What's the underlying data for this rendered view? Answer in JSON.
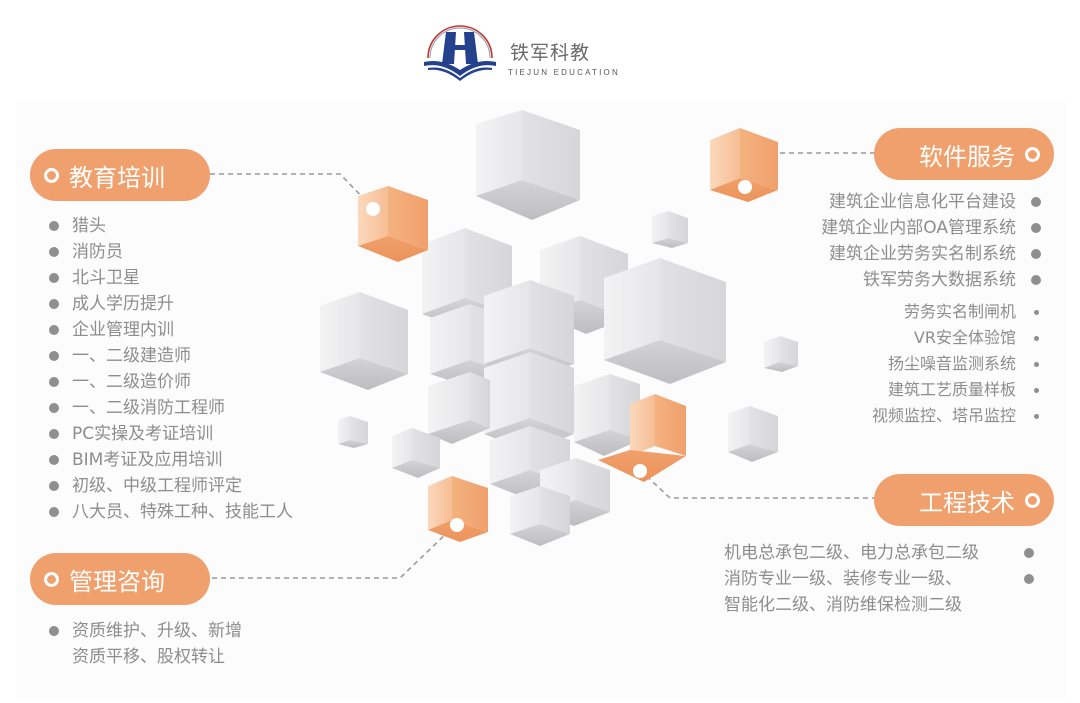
{
  "brand": {
    "name_cn": "铁军科教",
    "name_en": "TIEJUN EDUCATION",
    "logo_icon": "building-book-arch-logo",
    "colors": {
      "navy": "#24418c",
      "red_arc": "#c0392b",
      "text": "#6a6a6a"
    }
  },
  "theme": {
    "accent": "#f0a06c",
    "accent_light": "#f8c9a2",
    "cube_light": "#ececee",
    "cube_mid": "#dcdcde",
    "cube_dark": "#c4c4c6",
    "text": "#8d8d8d",
    "bullet": "#8f8f8f"
  },
  "sections": {
    "education": {
      "title": "教育培训",
      "icon": "ring-icon",
      "items": [
        "猎头",
        "消防员",
        "北斗卫星",
        "成人学历提升",
        "企业管理内训",
        "一、二级建造师",
        "一、二级造价师",
        "一、二级消防工程师",
        "PC实操及考证培训",
        "BIM考证及应用培训",
        "初级、中级工程师评定",
        "八大员、特殊工种、技能工人"
      ]
    },
    "management": {
      "title": "管理咨询",
      "icon": "ring-icon",
      "lines": [
        "资质维护、升级、新增",
        "资质平移、股权转让"
      ]
    },
    "software": {
      "title": "软件服务",
      "icon": "ring-icon",
      "items": [
        "建筑企业信息化平台建设",
        "建筑企业内部OA管理系统",
        "建筑企业劳务实名制系统",
        "铁军劳务大数据系统"
      ],
      "subitems": [
        "劳务实名制闸机",
        "VR安全体验馆",
        "扬尘噪音监测系统",
        "建筑工艺质量样板",
        "视频监控、塔吊监控"
      ]
    },
    "engineering": {
      "title": "工程技术",
      "icon": "ring-icon",
      "lines": [
        "机电总承包二级、电力总承包二级",
        "消防专业一级、装修专业一级、",
        "智能化二级、消防维保检测二级"
      ]
    }
  }
}
